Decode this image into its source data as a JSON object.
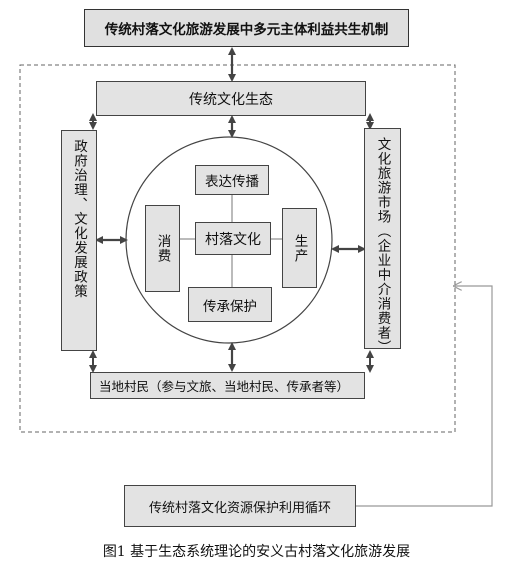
{
  "diagram": {
    "title": "传统村落文化旅游发展中多元主体利益共生机制",
    "ecology": "传统文化生态",
    "government": "政府治理、文化发展政策",
    "market": "文化旅游市场（企业中介消费者）",
    "villagers": "当地村民（参与文旅、当地村民、传承者等）",
    "spread": "表达传播",
    "consume": "消费",
    "village_culture": "村落文化",
    "produce": "生产",
    "inherit": "传承保护",
    "cycle": "传统村落文化资源保护利用循环"
  },
  "caption": "图1 基于生态系统理论的安义古村落文化旅游发展",
  "colors": {
    "box_fill": "#e3e3e3",
    "line": "#444444",
    "arrow_gray": "#999999"
  }
}
